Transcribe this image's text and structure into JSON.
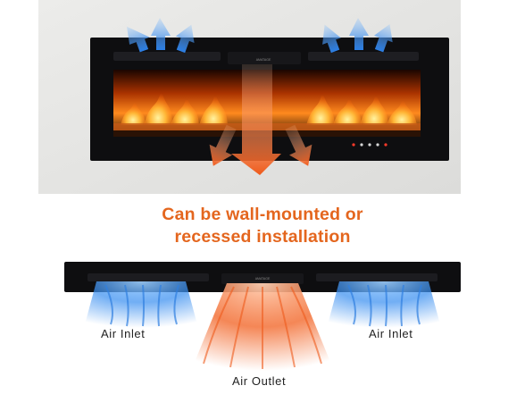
{
  "headline": {
    "line1": "Can be wall-mounted or",
    "line2": "recessed installation",
    "color": "#e4661e"
  },
  "fireplace": {
    "brand_label": "AMATAGE",
    "control_icons": [
      "power-icon",
      "flame-icon",
      "heat-icon",
      "timer-icon",
      "thermostat-icon"
    ]
  },
  "airflow": {
    "inlet_left": "Air Inlet",
    "inlet_right": "Air Inlet",
    "outlet": "Air Outlet"
  },
  "colors": {
    "wall": "#e9e9e7",
    "frame": "#0e0e10",
    "flame": "#ff8a1e",
    "inlet_blue": "#3a8ff0",
    "outlet_orange": "#f26a2e"
  }
}
